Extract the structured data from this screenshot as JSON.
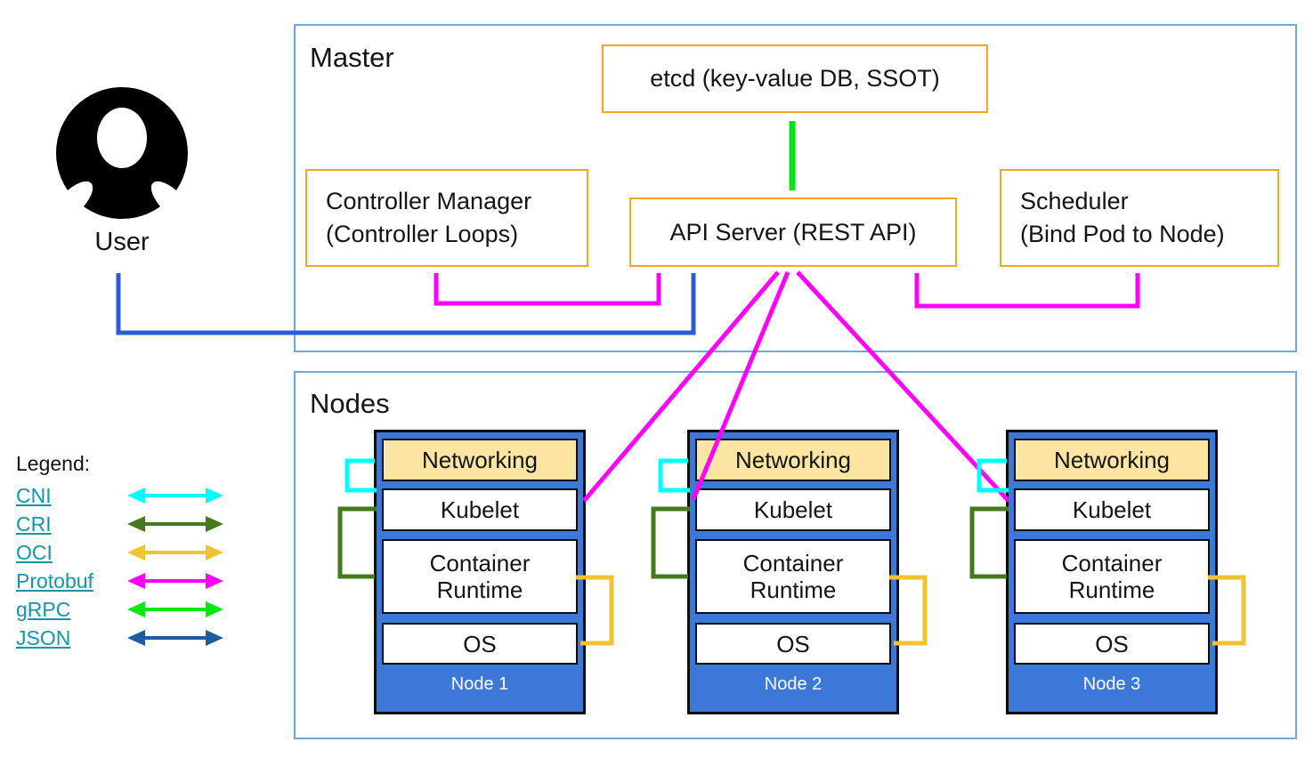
{
  "colors": {
    "outer_border": "#6fa8dc",
    "inner_border": "#f7a41f",
    "node_fill": "#3c78d8",
    "networking_fill": "#fce5a3",
    "link_teal": "#1496a6",
    "cni": "#00ffff",
    "cri": "#447a1e",
    "oci": "#f1c232",
    "protobuf": "#ff00ff",
    "grpc": "#00e712",
    "json": "#1f5aa0",
    "user_line": "#2a5cd5"
  },
  "user": {
    "label": "User",
    "icon": "person-circle-icon"
  },
  "master": {
    "title": "Master",
    "etcd": "etcd (key-value DB, SSOT)",
    "controller_manager": "Controller Manager\n(Controller Loops)",
    "api_server": "API Server (REST API)",
    "scheduler": "Scheduler\n(Bind Pod to Node)"
  },
  "nodes": {
    "title": "Nodes",
    "layers": {
      "networking": "Networking",
      "kubelet": "Kubelet",
      "runtime": "Container Runtime",
      "os": "OS"
    },
    "items": [
      {
        "name": "Node 1"
      },
      {
        "name": "Node 2"
      },
      {
        "name": "Node 3"
      }
    ]
  },
  "legend": {
    "title": "Legend:",
    "items": [
      {
        "label": "CNI"
      },
      {
        "label": "CRI"
      },
      {
        "label": "OCI"
      },
      {
        "label": "Protobuf"
      },
      {
        "label": "gRPC"
      },
      {
        "label": "JSON"
      }
    ]
  },
  "connections": [
    {
      "from": "User",
      "to": "API Server",
      "protocol": "JSON"
    },
    {
      "from": "etcd",
      "to": "API Server",
      "protocol": "gRPC",
      "bidirectional": true
    },
    {
      "from": "Controller Manager",
      "to": "API Server",
      "protocol": "Protobuf",
      "bidirectional": true
    },
    {
      "from": "Scheduler",
      "to": "API Server",
      "protocol": "Protobuf",
      "bidirectional": true
    },
    {
      "from": "API Server",
      "to": "Node 1 Kubelet",
      "protocol": "Protobuf",
      "bidirectional": true
    },
    {
      "from": "API Server",
      "to": "Node 2 Kubelet",
      "protocol": "Protobuf",
      "bidirectional": true
    },
    {
      "from": "API Server",
      "to": "Node 3 Kubelet",
      "protocol": "Protobuf",
      "bidirectional": true
    },
    {
      "from": "Kubelet",
      "to": "Networking",
      "protocol": "CNI",
      "per_node": true
    },
    {
      "from": "Kubelet",
      "to": "Container Runtime",
      "protocol": "CRI",
      "per_node": true
    },
    {
      "from": "Container Runtime",
      "to": "OS",
      "protocol": "OCI",
      "per_node": true
    }
  ]
}
